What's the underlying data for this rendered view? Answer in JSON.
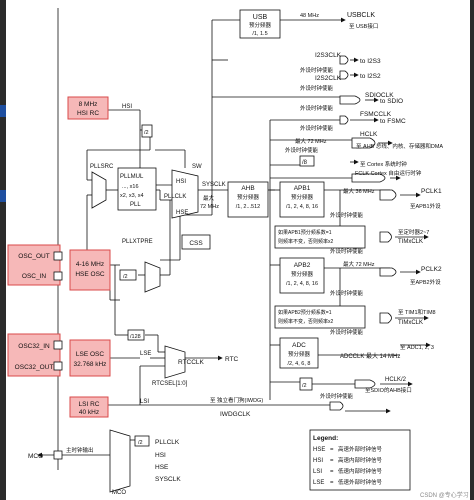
{
  "clock_tree": {
    "usb": {
      "title": "USB",
      "sub": "预分频器",
      "div": "/1, 1.5",
      "freq": "48 MHz",
      "out": "USBCLK",
      "out_sub": "至 USB接口"
    },
    "i2s": {
      "i2s3": "I2S3CLK",
      "i2s2": "I2S2CLK",
      "to3": "to I2S3",
      "to2": "to I2S2",
      "enable": "外设时钟使能"
    },
    "sdio": {
      "clk": "SDIOCLK",
      "to": "to SDIO",
      "enable": "外设时钟使能"
    },
    "fsmc": {
      "clk": "FSMCCLK",
      "to": "to FSMC",
      "enable": "外设时钟使能"
    },
    "hclk": {
      "max": "最大 72 MHz",
      "label": "HCLK",
      "sub": "至 AHB 总线、内核、存储器和DMA",
      "enable": "外设时钟使能",
      "div8": "/8",
      "cortex": "至 Cortex 系统时钟",
      "fclk": "FCLK Cortex 自由运行时钟"
    },
    "hsi_rc": {
      "freq": "8 MHz",
      "name": "HSI RC",
      "label": "HSI"
    },
    "div2_hsi": "/2",
    "pll": {
      "src": "PLLSRC",
      "mul": "PLLMUL",
      "mul_vals": "..., x16",
      "mul_vals2": "x2, x3, x4",
      "name": "PLL",
      "hsi": "HSI",
      "pllclk": "PLLCLK",
      "hse": "HSE",
      "xtpre": "PLLXTPRE"
    },
    "sw": {
      "label": "SW",
      "sysclk": "SYSCLK",
      "max": "最大",
      "max2": "72 MHz"
    },
    "ahb": {
      "title": "AHB",
      "sub": "预分频器",
      "div": "/1, 2...512"
    },
    "css": "CSS",
    "apb1": {
      "title": "APB1",
      "sub": "预分频器",
      "div": "/1, 2, 4, 8, 16",
      "max": "最大 36 MHz",
      "pclk": "PCLK1",
      "to": "至APB1外设",
      "enable": "外设时钟使能",
      "tim_note1": "如果APB1预分频系数=1",
      "tim_note2": "则频率不变，否则频率x2",
      "tim_to": "至定时器2~7",
      "timclk": "TIMxCLK"
    },
    "apb2": {
      "title": "APB2",
      "sub": "预分频器",
      "div": "/1, 2, 4, 8, 16",
      "max": "最大 72 MHz",
      "pclk": "PCLK2",
      "to": "至APB2外设",
      "enable": "外设时钟使能",
      "tim_note1": "如果APB2预分频系数=1",
      "tim_note2": "则频率不变，否则频率x2",
      "tim_to": "至 TIM1和TIM8",
      "timclk": "TIMxCLK"
    },
    "adc": {
      "title": "ADC",
      "sub": "预分频器",
      "div": "/2, 4, 6, 8",
      "to": "至 ADC1, 2, 3",
      "clk": "ADCCLK 最大 14 MHz"
    },
    "hclk2": {
      "div": "/2",
      "label": "HCLK/2",
      "to": "至SDIO的AHB接口",
      "enable": "外设时钟使能"
    },
    "osc": {
      "out": "OSC_OUT",
      "in": "OSC_IN",
      "freq": "4-16 MHz",
      "name": "HSE OSC",
      "div2": "/2"
    },
    "lse": {
      "out": "OSC32_OUT",
      "in": "OSC32_IN",
      "name": "LSE OSC",
      "freq": "32.768 kHz",
      "label": "LSE",
      "div128": "/128",
      "rtcclk": "RTCCLK",
      "to": "RTC",
      "sel": "RTCSEL[1:0]"
    },
    "lsi": {
      "name": "LSI RC",
      "freq": "40 kHz",
      "label": "LSI",
      "to": "至 独立看门狗(IWDG)",
      "iwdg": "IWDGCLK"
    },
    "mco": {
      "label": "MCO",
      "out": "主时钟输出",
      "div2": "/2",
      "pllclk": "PLLCLK",
      "hsi": "HSI",
      "hse": "HSE",
      "sysclk": "SYSCLK",
      "mux": "MCO"
    },
    "legend": {
      "title": "Legend:",
      "rows": [
        [
          "HSE",
          "=",
          "高速外部时钟信号"
        ],
        [
          "HSI",
          "=",
          "高速内部时钟信号"
        ],
        [
          "LSI",
          "=",
          "低速内部时钟信号"
        ],
        [
          "LSE",
          "=",
          "低速外部时钟信号"
        ]
      ]
    },
    "watermark": "CSDN @专心学习"
  },
  "colors": {
    "osc_fill": "#f6b8b8",
    "osc_stroke": "#d94a4a",
    "line": "#111111"
  }
}
